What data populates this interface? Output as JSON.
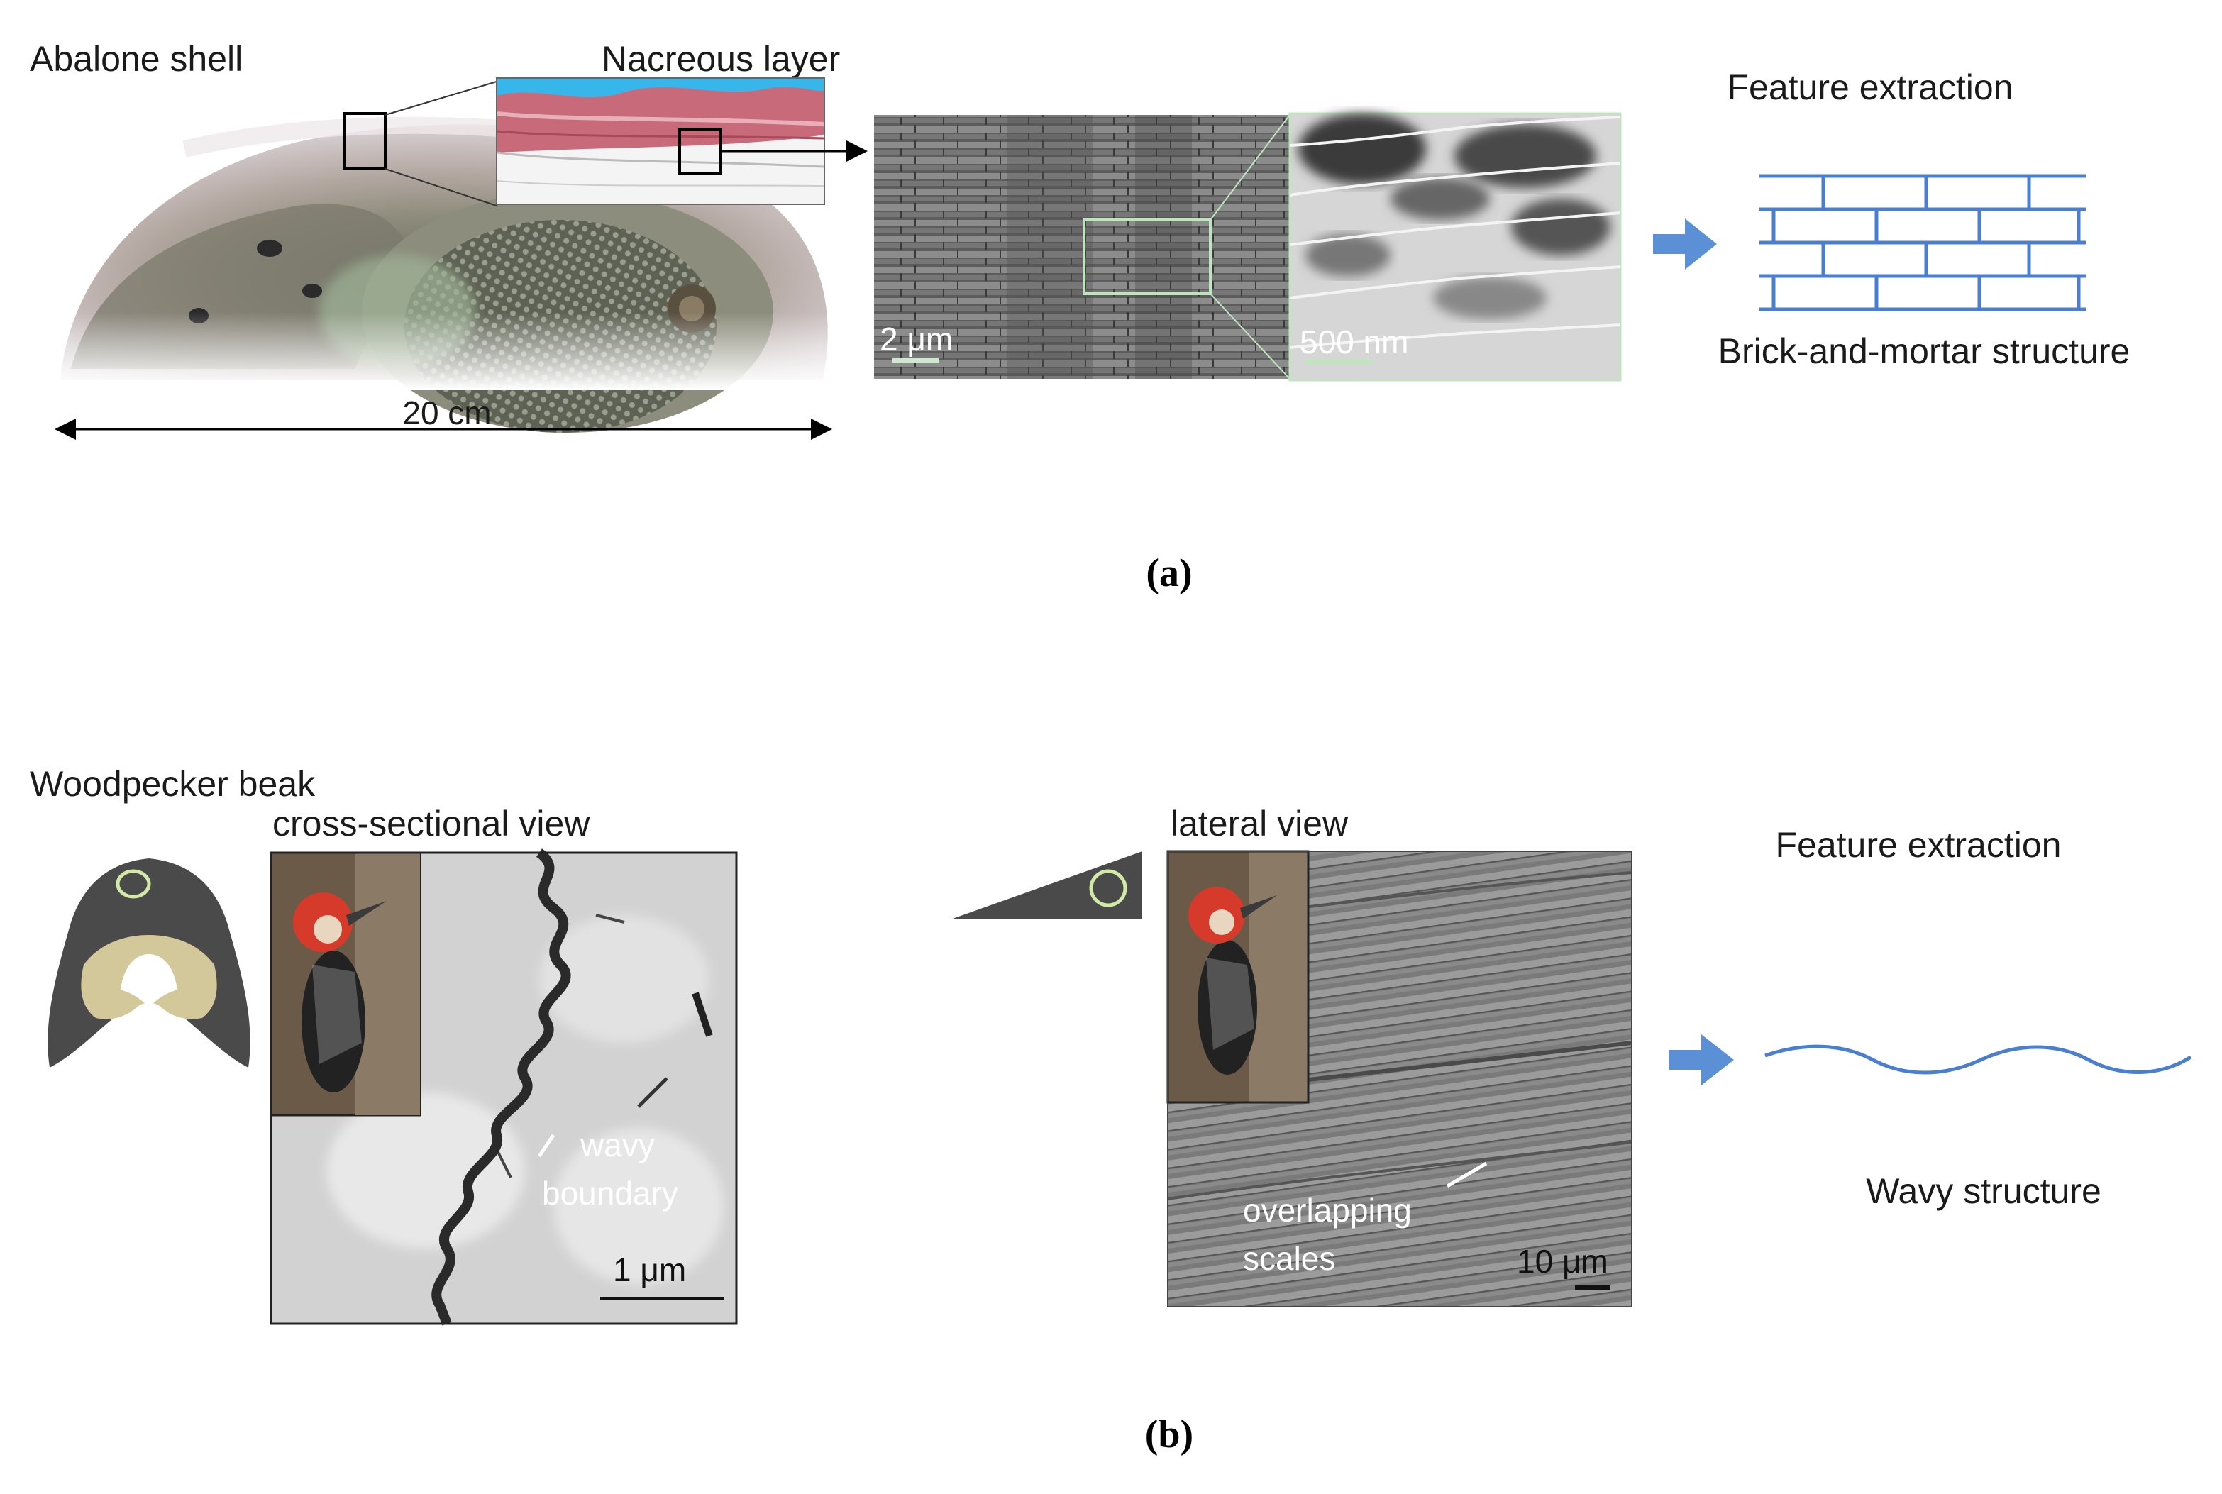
{
  "panel_a": {
    "shell_label": "Abalone shell",
    "nacre_label": "Nacreous layer",
    "size_label": "20 cm",
    "sem_scale": "2 μm",
    "tem_scale": "500 nm",
    "feature_title": "Feature extraction",
    "structure_label": "Brick-and-mortar structure",
    "caption": "(a)"
  },
  "panel_b": {
    "beak_label": "Woodpecker beak",
    "cross_view_label": "cross-sectional view",
    "boundary_label_line1": "wavy",
    "boundary_label_line2": "boundary",
    "cross_scale": "1 μm",
    "lateral_view_label": "lateral view",
    "scales_label_line1": "overlapping",
    "scales_label_line2": "scales",
    "lateral_scale": "10 μm",
    "feature_title": "Feature extraction",
    "structure_label": "Wavy structure",
    "caption": "(b)"
  },
  "colors": {
    "schematic_blue": "#4a7fd0",
    "arrow_blue": "#5b8fd6",
    "nacre_sky": "#36b6ea",
    "nacre_red": "#c96a7a",
    "green_box": "#bfe5bf",
    "beak_gray": "#4a4a4a",
    "beak_tan": "#d3c89a"
  }
}
